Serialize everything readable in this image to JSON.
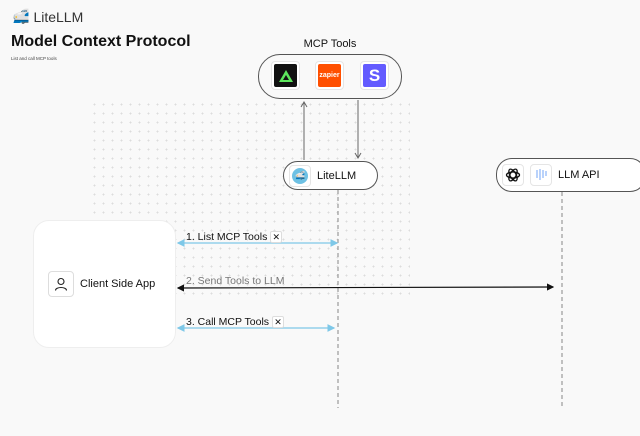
{
  "header": {
    "logo_text": "LiteLLM",
    "title": "Model Context Protocol",
    "subtitle": "List and call MCP tools"
  },
  "mcp_tools": {
    "label": "MCP Tools",
    "tools": [
      {
        "name": "green-triangle-tool",
        "bg": "#111111"
      },
      {
        "name": "zapier",
        "text": "zapier",
        "bg": "#ff4f00"
      },
      {
        "name": "stripe",
        "text": "S",
        "bg": "#635bff"
      }
    ]
  },
  "nodes": {
    "litellm": "LiteLLM",
    "llm_api": "LLM API",
    "client": "Client Side App"
  },
  "steps": [
    {
      "label": "1. List MCP Tools",
      "color": "#7ec8e8"
    },
    {
      "label": "2. Send Tools to LLM",
      "color": "#111111"
    },
    {
      "label": "3. Call MCP Tools",
      "color": "#7ec8e8"
    }
  ],
  "icons": {
    "tools": "wrench-screwdriver-icon"
  }
}
